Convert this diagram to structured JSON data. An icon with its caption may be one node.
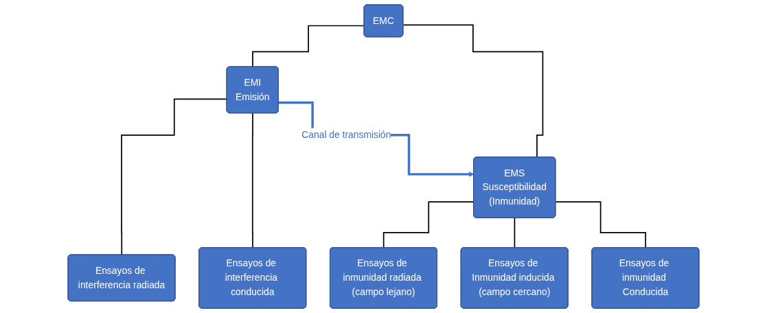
{
  "diagram": {
    "nodes": [
      {
        "text": [
          "EMC"
        ]
      },
      {
        "text": [
          "EMI",
          "Emisión"
        ]
      },
      {
        "text": [
          "EMS",
          "Susceptibilidad",
          "(Inmunidad)"
        ]
      },
      {
        "text": [
          "Ensayos de interferencia radiada"
        ]
      },
      {
        "text": [
          "Ensayos de interferencia conducida"
        ]
      },
      {
        "text": [
          "Ensayos de inmunidad radiada (campo lejano)"
        ]
      },
      {
        "text": [
          "Ensayos de Inmunidad inducida (campo cercano)"
        ]
      },
      {
        "text": [
          "Ensayos de inmunidad Conducida"
        ]
      }
    ],
    "edges": [
      {
        "from": 0,
        "to": 1,
        "arrow": "none"
      },
      {
        "from": 0,
        "to": 2,
        "arrow": "none"
      },
      {
        "from": 1,
        "to": 3,
        "arrow": "none"
      },
      {
        "from": 1,
        "to": 4,
        "arrow": "none"
      },
      {
        "from": 2,
        "to": 5,
        "arrow": "none"
      },
      {
        "from": 2,
        "to": 6,
        "arrow": "none"
      },
      {
        "from": 2,
        "to": 7,
        "arrow": "none"
      },
      {
        "from": 1,
        "to": 2,
        "label": "Canal de transmisión",
        "arrow": "to",
        "style": "thick",
        "color": "#4472c4"
      }
    ]
  }
}
